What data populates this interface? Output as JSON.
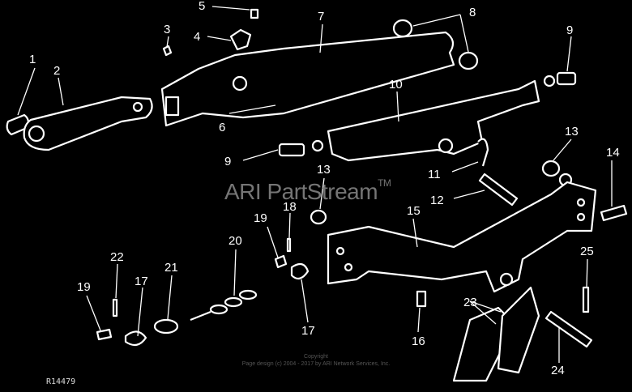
{
  "diagram": {
    "watermark": {
      "text": "ARI PartStream",
      "mark": "TM"
    },
    "callouts": [
      "1",
      "2",
      "3",
      "4",
      "5",
      "6",
      "7",
      "8",
      "9",
      "10",
      "9",
      "11",
      "12",
      "13",
      "13",
      "14",
      "15",
      "16",
      "17",
      "17",
      "18",
      "19",
      "19",
      "20",
      "21",
      "22",
      "23",
      "24",
      "25"
    ],
    "figure_ref": "R14479",
    "footer": {
      "line1": "Copyright",
      "line2": "Page design (c) 2004 - 2017 by ARI Network Services, Inc."
    }
  }
}
